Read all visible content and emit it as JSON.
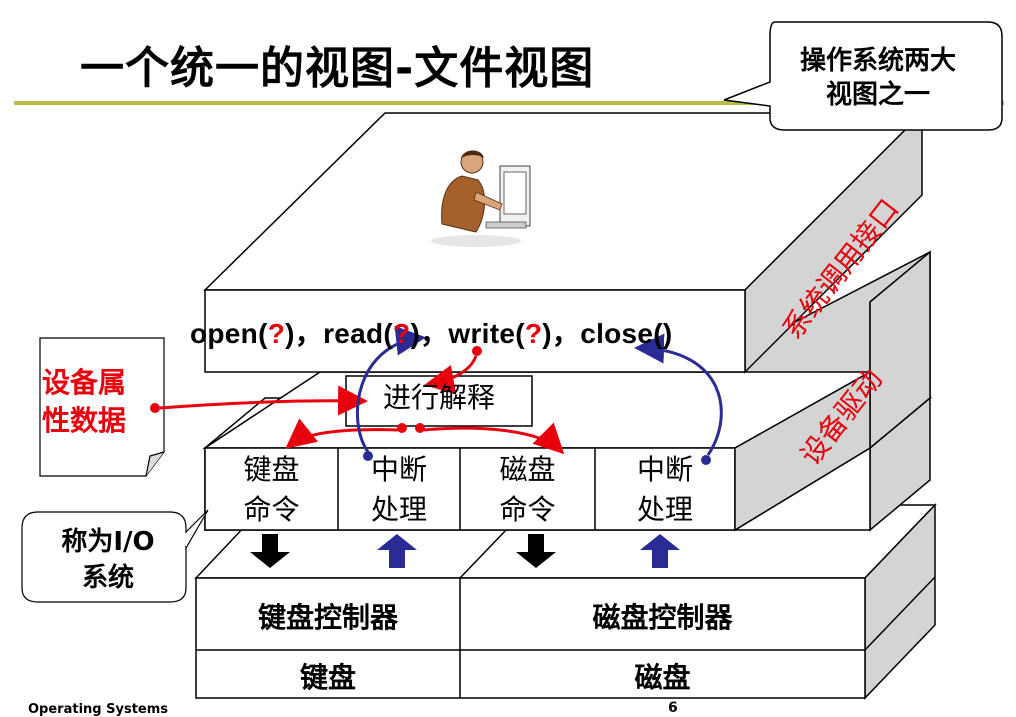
{
  "slide": {
    "title": "一个统一的视图-文件视图",
    "callout": {
      "line1": "操作系统两大",
      "line2": "视图之一"
    }
  },
  "layers": {
    "syscall_label": "系统调用接口",
    "driver_label": "设备驱动"
  },
  "api": {
    "open": "open(",
    "read": "read(",
    "write": "write(",
    "close": "close()",
    "q": "?",
    "rp": ")",
    "sep": "，"
  },
  "interpreter": {
    "label": "进行解释"
  },
  "driver_cells": [
    {
      "line1": "键盘",
      "line2": "命令"
    },
    {
      "line1": "中断",
      "line2": "处理"
    },
    {
      "line1": "磁盘",
      "line2": "命令"
    },
    {
      "line1": "中断",
      "line2": "处理"
    }
  ],
  "notes": {
    "device_attrs": {
      "line1": "设备属",
      "line2": "性数据"
    },
    "io_system": {
      "line1": "称为I/O",
      "line2": "系统"
    }
  },
  "controllers": [
    {
      "label": "键盘控制器"
    },
    {
      "label": "磁盘控制器"
    }
  ],
  "devices": [
    {
      "label": "键盘"
    },
    {
      "label": "磁盘"
    }
  ],
  "footer": {
    "left": "Operating Systems",
    "right": "6"
  },
  "colors": {
    "accent_red": "#e8000d",
    "arrow_blue": "#2b2b95",
    "rule": "#bcbd3f"
  },
  "icons": {
    "user": "person-at-computer-icon"
  }
}
